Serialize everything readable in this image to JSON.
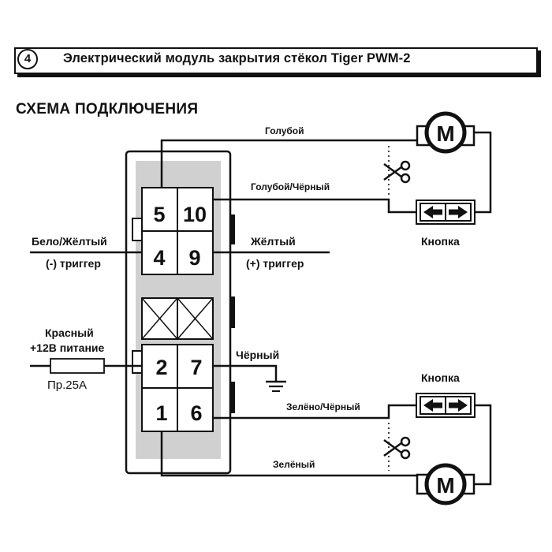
{
  "header": {
    "number": "4",
    "title": "Электрический модуль закрытия стёкол Tiger PWM-2"
  },
  "section_title": "СХЕМА ПОДКЛЮЧЕНИЯ",
  "connector_top": {
    "pins": [
      "5",
      "10",
      "4",
      "9"
    ]
  },
  "connector_bottom": {
    "pins": [
      "2",
      "7",
      "1",
      "6"
    ]
  },
  "wires": {
    "blue": "Голубой",
    "blue_black": "Голубой/Чёрный",
    "white_yellow": "Бело/Жёлтый",
    "trigger_neg": "(-) триггер",
    "yellow": "Жёлтый",
    "trigger_pos": "(+) триггер",
    "red": "Красный",
    "power": "+12В питание",
    "fuse": "Пр.25А",
    "black": "Чёрный",
    "green_black": "Зелёно/Чёрный",
    "green": "Зелёный"
  },
  "components": {
    "motor_symbol": "M",
    "button_label": "Кнопка",
    "icons": [
      "motor-icon",
      "scissors-icon",
      "ground-icon",
      "arrow-left-icon",
      "arrow-right-icon",
      "fuse-icon"
    ]
  }
}
